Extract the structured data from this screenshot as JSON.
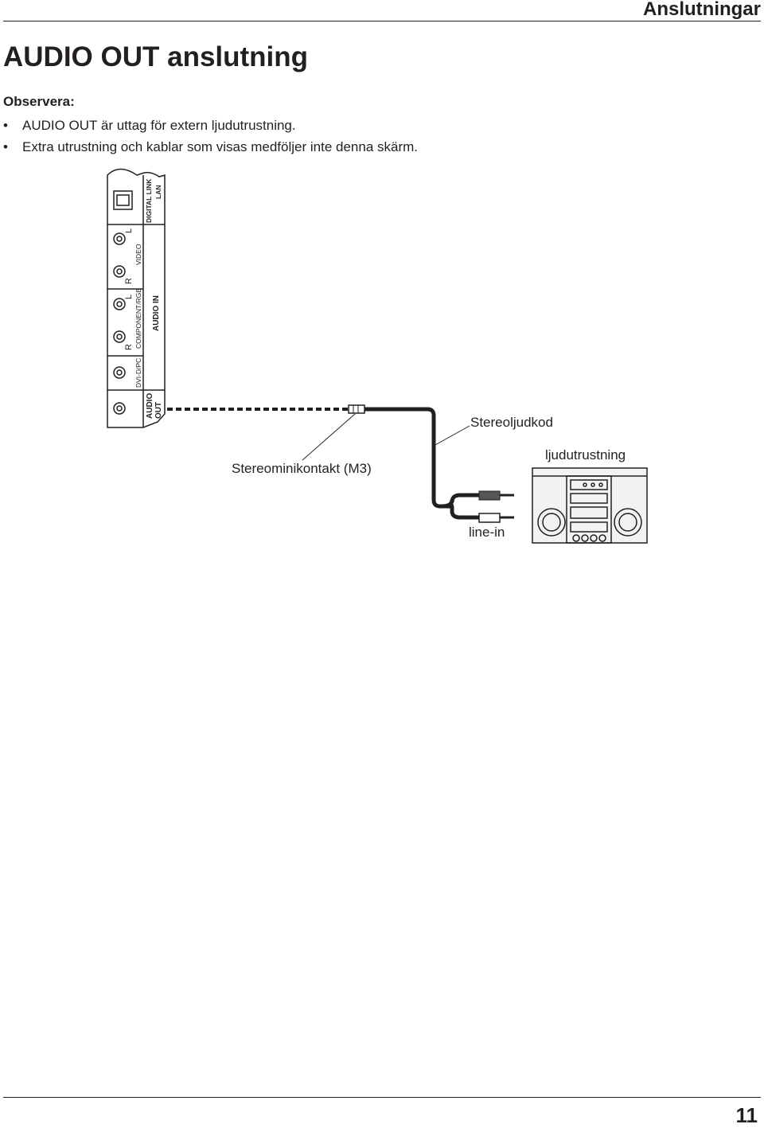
{
  "header": {
    "section_name": "Anslutningar"
  },
  "page_title": "AUDIO OUT anslutning",
  "notice": {
    "heading": "Observera:",
    "items": [
      "AUDIO OUT är uttag för extern ljudutrustning.",
      "Extra utrustning och kablar som visas medföljer inte denna skärm."
    ]
  },
  "diagram": {
    "panel_labels": {
      "digital_link": "DIGITAL LINK",
      "lan": "LAN",
      "video": "VIDEO",
      "component_rgb": "COMPONENT/RGB",
      "audio_in": "AUDIO IN",
      "dvi_pc": "DVI-D/PC",
      "audio_out_1": "AUDIO",
      "audio_out_2": "OUT",
      "r": "R",
      "l": "L"
    },
    "labels": {
      "stereo_cable": "Stereoljudkod",
      "mini_plug": "Stereominikontakt (M3)",
      "audio_equipment": "ljudutrustning",
      "line_in": "line-in"
    }
  },
  "footer": {
    "page_number": "11"
  }
}
